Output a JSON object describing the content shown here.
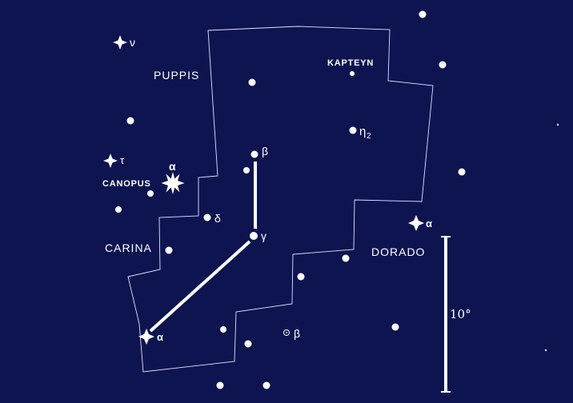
{
  "map": {
    "colors": {
      "background": "#0d1450",
      "ink": "#ffffff"
    },
    "regions": [
      {
        "id": "puppis",
        "label": "PUPPIS"
      },
      {
        "id": "carina",
        "label": "CARINA"
      },
      {
        "id": "dorado",
        "label": "DORADO"
      }
    ],
    "star_labels": {
      "nu": "ν",
      "tau": "τ",
      "canopus": "CANOPUS",
      "canopus_alpha": "α",
      "kapteyn": "KAPTEYN",
      "eta2": "η",
      "eta2_sub": "2",
      "beta": "β",
      "gamma": "γ",
      "delta": "δ",
      "alpha_lower": "α",
      "alpha_right": "α",
      "beta_circled": "β"
    },
    "scale": {
      "label": "10°"
    }
  }
}
